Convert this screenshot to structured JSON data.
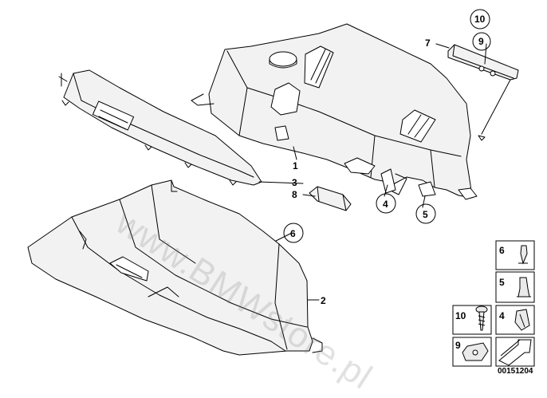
{
  "callouts": {
    "c1": "1",
    "c2": "2",
    "c3": "3",
    "c4": "4",
    "c5": "5",
    "c6": "6",
    "c7": "7",
    "c8": "8",
    "c9": "9",
    "c10": "10"
  },
  "legend": {
    "l6": "6",
    "l5": "5",
    "l10": "10",
    "l4": "4",
    "l9": "9"
  },
  "watermark": "www.BMWstore.pl",
  "reference": "00151204"
}
